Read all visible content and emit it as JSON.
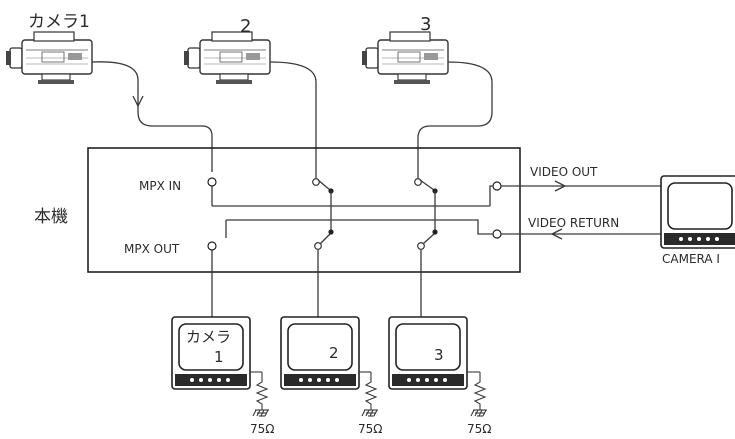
{
  "cameras": [
    {
      "label": "カメラ1"
    },
    {
      "label": "2"
    },
    {
      "label": "3"
    }
  ],
  "unit": {
    "label": "本機"
  },
  "ports": {
    "mpx_in": "MPX IN",
    "mpx_out": "MPX OUT",
    "video_out": "VIDEO OUT",
    "video_return": "VIDEO RETURN"
  },
  "external_monitor": {
    "label": "CAMERA I"
  },
  "monitors": [
    {
      "line1": "カメラ",
      "line2": "1"
    },
    {
      "line1": "",
      "line2": "2"
    },
    {
      "line1": "",
      "line2": "3"
    }
  ],
  "terminations": [
    "75Ω",
    "75Ω",
    "75Ω"
  ]
}
